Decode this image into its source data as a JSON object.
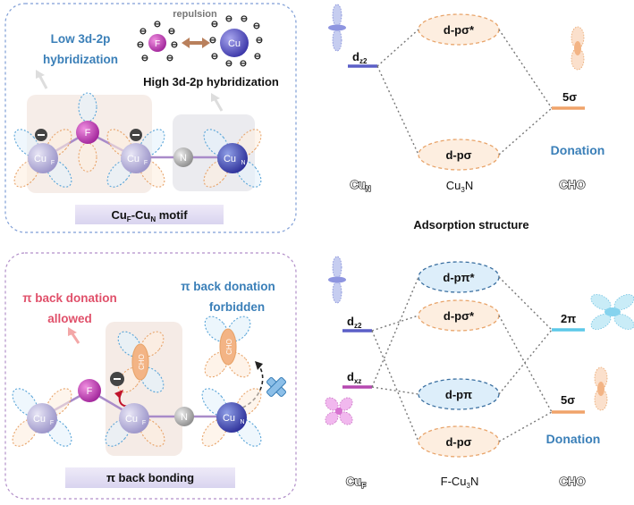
{
  "panel_top": {
    "low_hybrid_line1": "Low 3d-2p",
    "low_hybrid_line2": "hybridization",
    "repulsion": "repulsion",
    "f_label": "F",
    "cu_label": "Cu",
    "high_hybrid": "High 3d-2p hybridization",
    "atoms": {
      "f": "F",
      "cuf": "Cu",
      "cuf_sub": "F",
      "n": "N",
      "cun": "Cu",
      "cun_sub": "N"
    },
    "motif_base1": "Cu",
    "motif_sub1": "F",
    "motif_mid": "-Cu",
    "motif_sub2": "N",
    "motif_end": " motif"
  },
  "panel_bottom": {
    "allowed_line1": "π back donation",
    "allowed_line2": "allowed",
    "forbidden_line1": "π back donation",
    "forbidden_line2": "forbidden",
    "cho": "CHO",
    "atoms": {
      "f": "F",
      "cuf": "Cu",
      "cuf_sub": "F",
      "n": "N",
      "cun": "Cu",
      "cun_sub": "N"
    },
    "caption": "π back bonding"
  },
  "mo_top": {
    "left_label": "d",
    "left_sub": "z2",
    "mo_upper": "d-pσ*",
    "mo_lower": "d-pσ",
    "right_label": "5σ",
    "donation": "Donation",
    "col_left_base": "Cu",
    "col_left_sub": "N",
    "col_mid_base": "Cu",
    "col_mid_sub": "3",
    "col_mid_end": "N",
    "col_right": "CHO",
    "caption": "Adsorption structure"
  },
  "mo_bottom": {
    "dz2": "d",
    "dz2_sub": "z2",
    "dxz": "d",
    "dxz_sub": "xz",
    "mo1": "d-pπ*",
    "mo2": "d-pσ*",
    "mo3": "d-pπ",
    "mo4": "d-pσ",
    "right_pi": "2π",
    "right_sigma": "5σ",
    "donation": "Donation",
    "col_left_base": "Cu",
    "col_left_sub": "F",
    "col_mid_base": "F-Cu",
    "col_mid_sub": "3",
    "col_mid_end": "N",
    "col_right": "CHO"
  },
  "colors": {
    "blue_text": "#3a7fb8",
    "pink_text": "#e0506a",
    "navy": "#1f2a6b",
    "orange_level": "#f0a36a",
    "blue_level": "#5b5fc7",
    "purple_level": "#b648b0",
    "cyan_level": "#5cc8e8"
  }
}
